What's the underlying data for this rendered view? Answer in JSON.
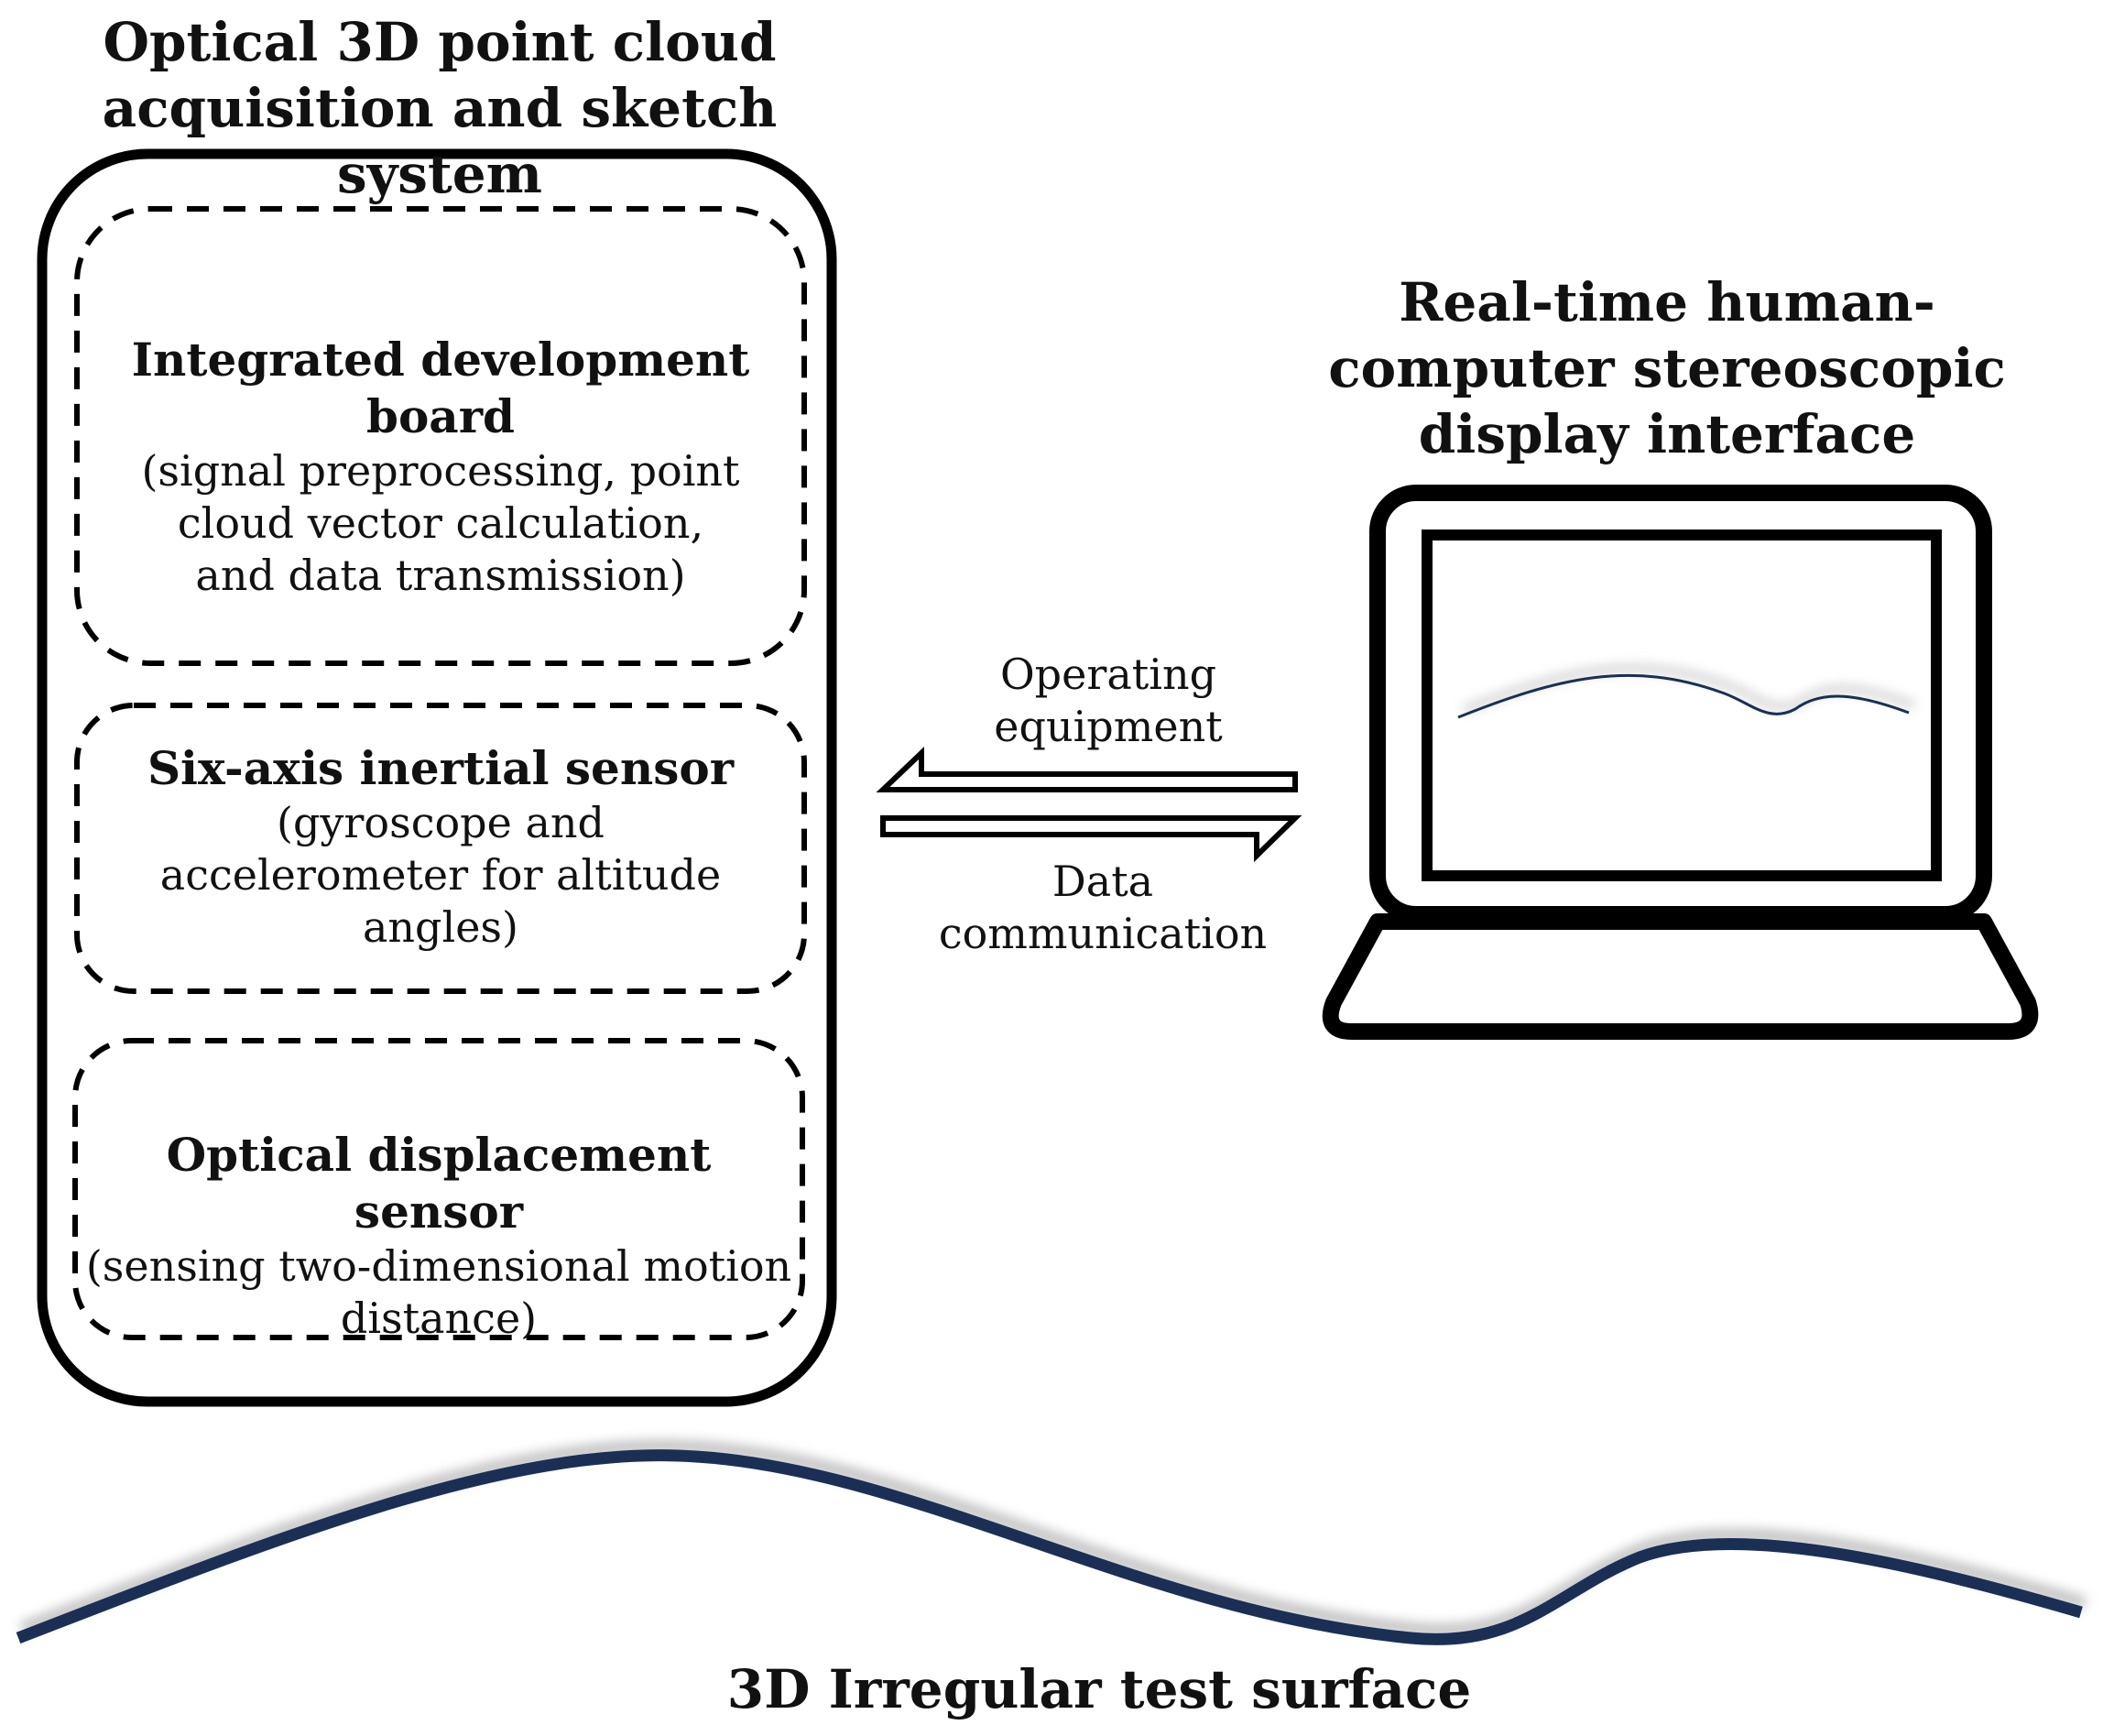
{
  "system": {
    "title_lines": [
      "Optical 3D point cloud",
      "acquisition and sketch system"
    ]
  },
  "board": {
    "title": "Integrated development board",
    "desc_lines": [
      "(signal preprocessing, point",
      "cloud vector calculation,",
      "and data transmission)"
    ]
  },
  "imu": {
    "title": "Six-axis inertial sensor",
    "desc_lines": [
      "(gyroscope and",
      "accelerometer for altitude",
      "angles)"
    ]
  },
  "optical": {
    "title": "Optical displacement sensor",
    "desc_lines": [
      "(sensing two-dimensional motion",
      "distance)"
    ]
  },
  "display": {
    "title_lines": [
      "Real-time human-",
      "computer stereoscopic",
      "display interface"
    ]
  },
  "arrows": {
    "top_label_lines": [
      "Operating",
      "equipment"
    ],
    "bottom_label_lines": [
      "Data",
      "communication"
    ]
  },
  "surface": {
    "label": "3D Irregular test surface",
    "color": "#1b2f55"
  }
}
